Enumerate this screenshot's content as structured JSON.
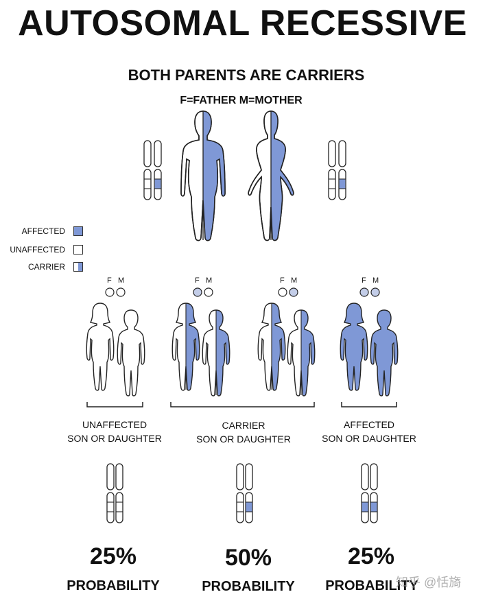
{
  "title": "AUTOSOMAL RECESSIVE",
  "subtitle": "BOTH PARENTS ARE CARRIERS",
  "parent_key": "F=FATHER  M=MOTHER",
  "legend": {
    "affected": "AFFECTED",
    "unaffected": "UNAFFECTED",
    "carrier": "CARRIER"
  },
  "colors": {
    "affected_fill": "#7f98d6",
    "outline": "#222222",
    "background": "#ffffff"
  },
  "offspring": {
    "f_label": "F",
    "m_label": "M",
    "groups": [
      {
        "label_line1": "UNAFFECTED",
        "label_line2": "SON OR DAUGHTER",
        "percent": "25%",
        "probability_label": "PROBABILITY"
      },
      {
        "label_line1": "CARRIER",
        "label_line2": "SON OR DAUGHTER",
        "percent": "50%",
        "probability_label": "PROBABILITY"
      },
      {
        "label_line1": "AFFECTED",
        "label_line2": "SON OR DAUGHTER",
        "percent": "25%",
        "probability_label": "PROBABILITY"
      }
    ]
  },
  "watermark": "知乎 @恬旖"
}
